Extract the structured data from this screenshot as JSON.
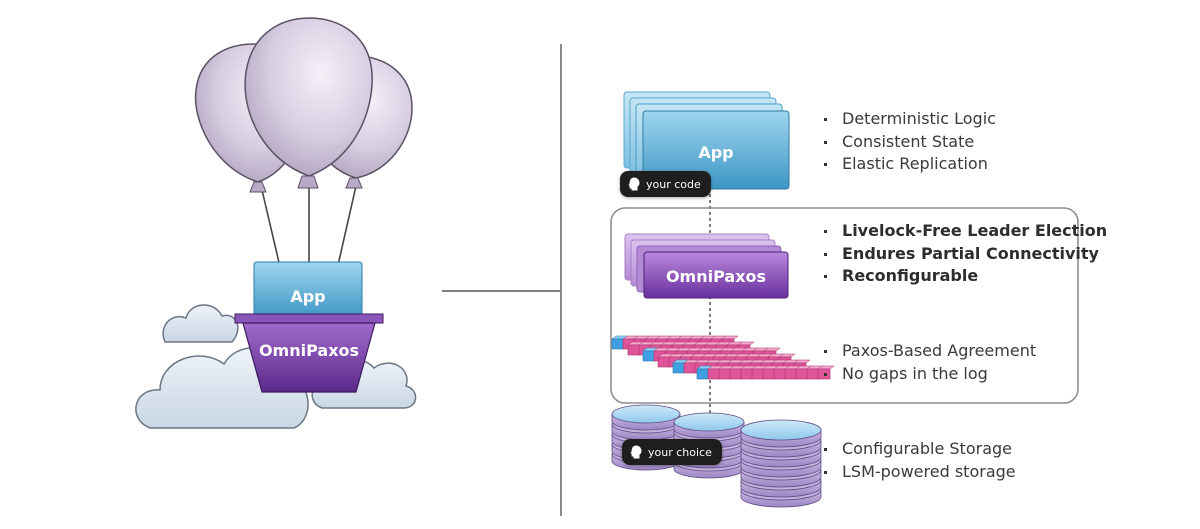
{
  "balloon_scene": {
    "app_label": "App",
    "basket_label": "OmniPaxos"
  },
  "stack": {
    "app_label": "App",
    "omnipaxos_label": "OmniPaxos",
    "your_code_tag": "your code",
    "your_choice_tag": "your choice"
  },
  "features": {
    "app": [
      "Deterministic Logic",
      "Consistent State",
      "Elastic Replication"
    ],
    "omnipaxos": [
      "Livelock-Free Leader Election",
      "Endures Partial Connectivity",
      "Reconfigurable"
    ],
    "log": [
      "Paxos-Based Agreement",
      "No gaps in the log"
    ],
    "storage": [
      "Configurable Storage",
      "LSM-powered storage"
    ]
  },
  "colors": {
    "app_blue": "#4aa3cf",
    "omni_purple": "#7a3fae",
    "log_pink": "#e0559a",
    "log_blue": "#3f9fe0",
    "balloon": "#d2c8dd"
  }
}
